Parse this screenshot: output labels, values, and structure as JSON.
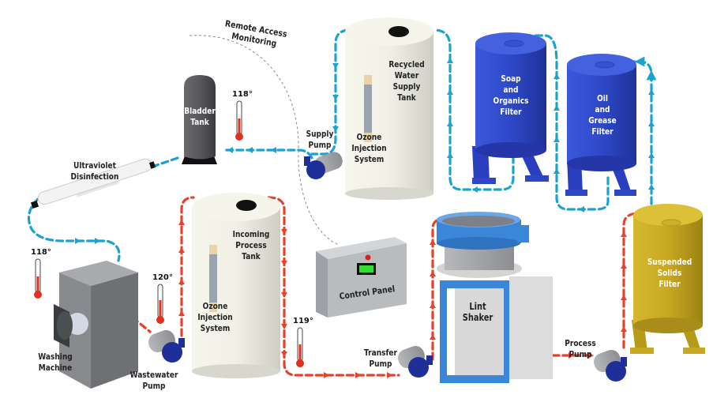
{
  "title": "Laundry Water Recycling System",
  "colors": {
    "recycled_flow": "#1ba3d0",
    "process_flow": "#e8402a",
    "filter_blue": "#2f49c9",
    "suspended_filter": "#c9a920",
    "tank_white": "#efeee4",
    "lint_shaker": "#3a86d8",
    "bladder_tank": "#555558",
    "control_display": "#33dd33"
  },
  "remote_monitoring": {
    "label": "Remote Access Monitoring"
  },
  "components": {
    "bladder_tank": {
      "label_line1": "Bladder",
      "label_line2": "Tank"
    },
    "uv": {
      "label_line1": "Ultraviolet",
      "label_line2": "Disinfection"
    },
    "washing_machine": {
      "label_line1": "Washing",
      "label_line2": "Machine"
    },
    "wastewater_pump": {
      "label_line1": "Wastewater",
      "label_line2": "Pump"
    },
    "incoming_tank": {
      "label_line1": "Incoming",
      "label_line2": "Process",
      "label_line3": "Tank"
    },
    "incoming_ozone": {
      "label_line1": "Ozone",
      "label_line2": "Injection",
      "label_line3": "System"
    },
    "recycled_tank": {
      "label_line1": "Recycled",
      "label_line2": "Water",
      "label_line3": "Supply",
      "label_line4": "Tank"
    },
    "recycled_ozone": {
      "label_line1": "Ozone",
      "label_line2": "Injection",
      "label_line3": "System"
    },
    "supply_pump": {
      "label_line1": "Supply",
      "label_line2": "Pump"
    },
    "soap_filter": {
      "label_line1": "Soap",
      "label_line2": "and",
      "label_line3": "Organics",
      "label_line4": "Filter"
    },
    "oil_filter": {
      "label_line1": "Oil",
      "label_line2": "and",
      "label_line3": "Grease",
      "label_line4": "Filter"
    },
    "control_panel": {
      "label": "Control Panel"
    },
    "lint_shaker": {
      "label_line1": "Lint",
      "label_line2": "Shaker"
    },
    "transfer_pump": {
      "label_line1": "Transfer",
      "label_line2": "Pump"
    },
    "process_pump": {
      "label_line1": "Process",
      "label_line2": "Pump"
    },
    "suspended_filter": {
      "label_line1": "Suspended",
      "label_line2": "Solids",
      "label_line3": "Filter"
    }
  },
  "temperatures": {
    "bladder": {
      "value": "118°",
      "fill": 0.45
    },
    "washer_supply": {
      "value": "118°",
      "fill": 0.45
    },
    "wastewater": {
      "value": "120°",
      "fill": 0.5
    },
    "process": {
      "value": "119°",
      "fill": 0.47
    }
  }
}
